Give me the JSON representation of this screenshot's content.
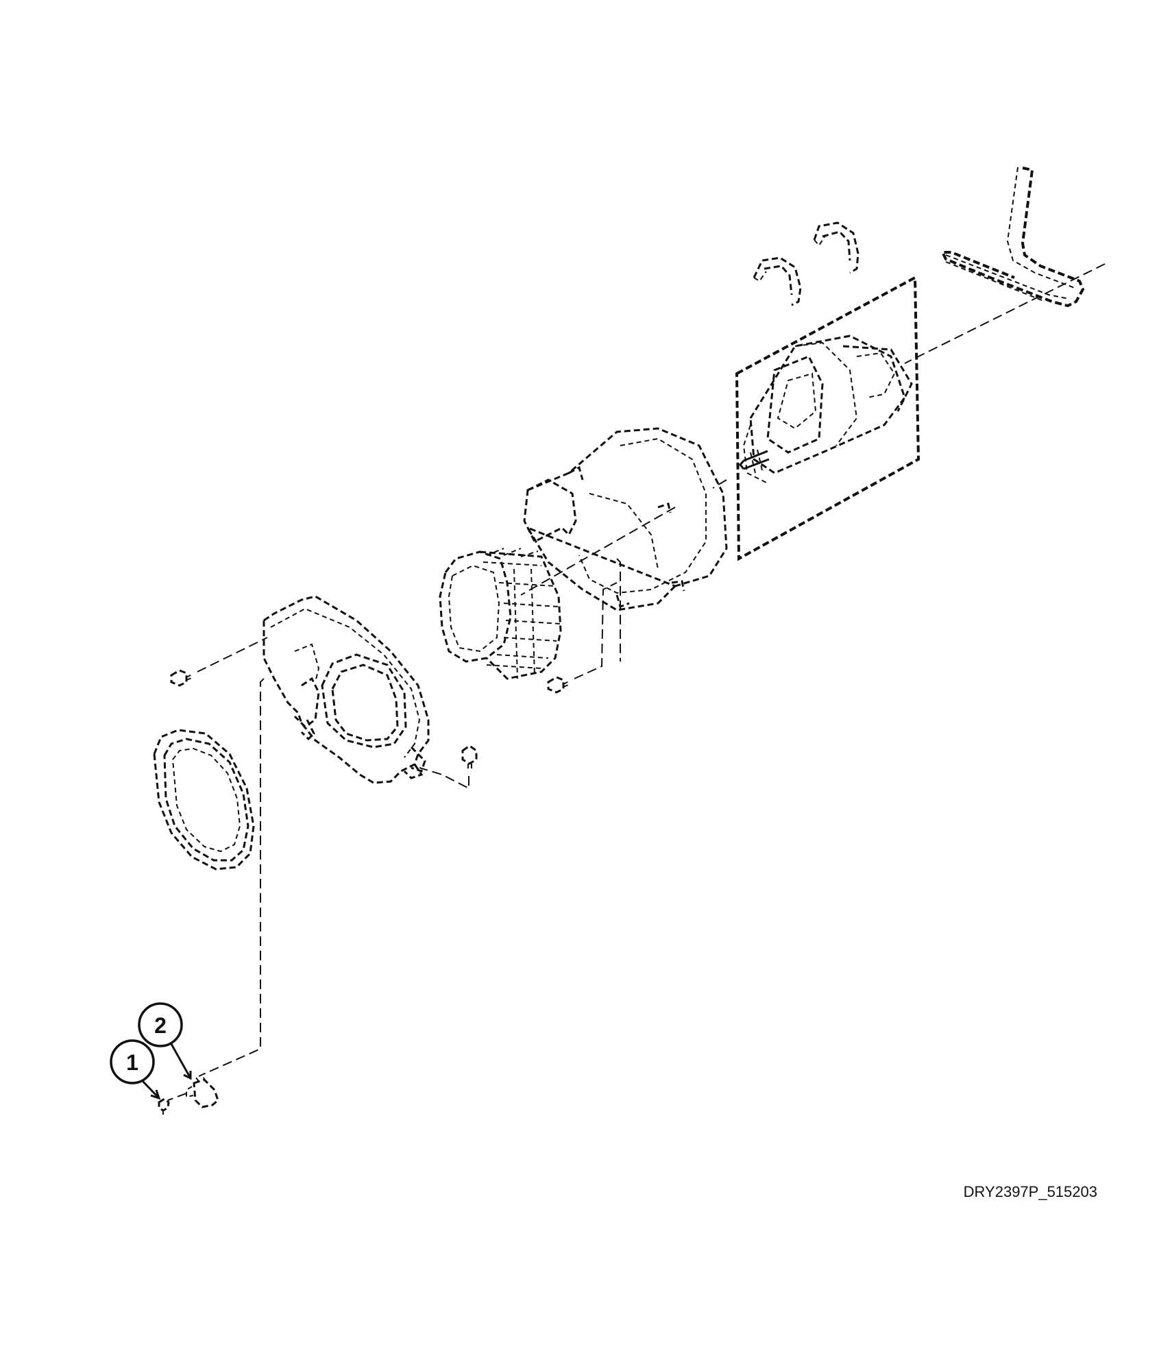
{
  "figure_code": "DRY2397P_515203",
  "callouts": [
    {
      "number": "1"
    },
    {
      "number": "2"
    }
  ],
  "colors": {
    "line": "#111111",
    "background": "#ffffff"
  }
}
